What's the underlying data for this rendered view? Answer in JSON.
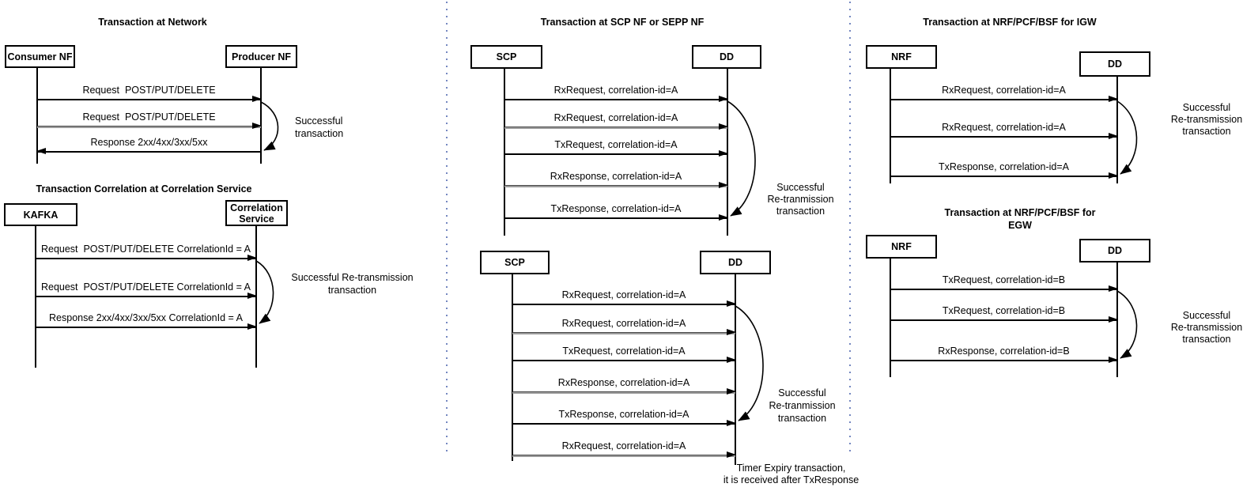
{
  "colors": {
    "separator_dotted": "#7487c0",
    "retransmit_gray_arrow": "#9b9b9b",
    "line_black": "#000000"
  },
  "diagrams": {
    "network": {
      "title": "Transaction at Network",
      "actors": [
        {
          "label": "Consumer NF"
        },
        {
          "label": "Producer NF"
        }
      ],
      "messages": [
        "Request  POST/PUT/DELETE",
        "Request  POST/PUT/DELETE",
        "Response 2xx/4xx/3xx/5xx"
      ],
      "note": [
        "Successful",
        "transaction"
      ]
    },
    "correlation": {
      "title": "Transaction Correlation at Correlation Service",
      "actors": [
        {
          "label": "KAFKA"
        },
        {
          "label_lines": [
            "Correlation",
            "Service"
          ]
        }
      ],
      "messages": [
        "Request  POST/PUT/DELETE CorrelationId = A",
        "Request  POST/PUT/DELETE CorrelationId = A",
        "Response 2xx/4xx/3xx/5xx CorrelationId = A"
      ],
      "note": [
        "Successful Re-transmission",
        "transaction"
      ]
    },
    "scp_success": {
      "title": "Transaction at SCP NF or SEPP NF",
      "actors": [
        {
          "label": "SCP"
        },
        {
          "label": "DD"
        }
      ],
      "messages": [
        "RxRequest, correlation-id=A",
        "RxRequest, correlation-id=A",
        "TxRequest, correlation-id=A",
        "RxResponse, correlation-id=A",
        "TxResponse, correlation-id=A"
      ],
      "note": [
        "Successful",
        "Re-tranmission",
        "transaction"
      ]
    },
    "scp_timer": {
      "actors": [
        {
          "label": "SCP"
        },
        {
          "label": "DD"
        }
      ],
      "messages": [
        "RxRequest, correlation-id=A",
        "RxRequest, correlation-id=A",
        "TxRequest, correlation-id=A",
        "RxResponse, correlation-id=A",
        "TxResponse, correlation-id=A",
        "RxRequest, correlation-id=A"
      ],
      "note": [
        "Successful",
        "Re-tranmission",
        "transaction"
      ],
      "footnote": [
        "Timer Expiry transaction,",
        "it is received after TxResponse"
      ]
    },
    "igw": {
      "title": "Transaction at NRF/PCF/BSF for IGW",
      "actors": [
        {
          "label": "NRF"
        },
        {
          "label": "DD"
        }
      ],
      "messages": [
        "RxRequest, correlation-id=A",
        "RxRequest, correlation-id=A",
        "TxResponse, correlation-id=A"
      ],
      "note": [
        "Successful",
        "Re-transmission",
        "transaction"
      ]
    },
    "egw": {
      "title_lines": [
        "Transaction at NRF/PCF/BSF for",
        "EGW"
      ],
      "actors": [
        {
          "label": "NRF"
        },
        {
          "label": "DD"
        }
      ],
      "messages": [
        "TxRequest, correlation-id=B",
        "TxRequest, correlation-id=B",
        "RxResponse, correlation-id=B"
      ],
      "note": [
        "Successful",
        "Re-transmission",
        "transaction"
      ]
    }
  }
}
